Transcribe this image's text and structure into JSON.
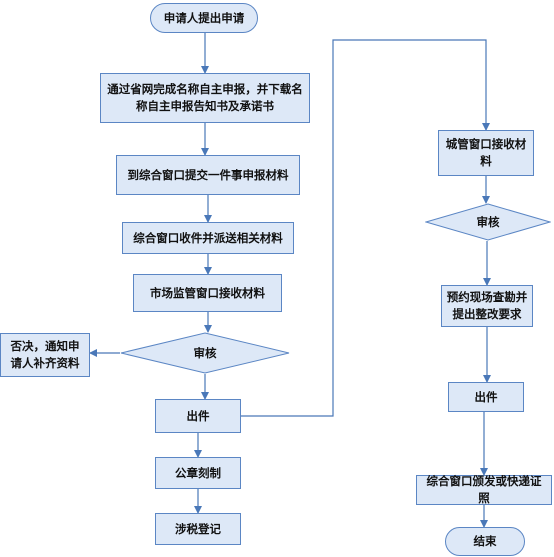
{
  "diagram": {
    "nodes": {
      "start": "申请人提出申请",
      "online": "通过省网完成名称自主申报，并下载名称自主申报告知书及承诺书",
      "submit": "到综合窗口提交一件事申报材料",
      "receive": "综合窗口收件并派送相关材料",
      "market": "市场监管窗口接收材料",
      "review_left": "审核",
      "reject": "否决，通知申请人补齐资料",
      "issue_left": "出件",
      "seal": "公章刻制",
      "tax": "涉税登记",
      "urban": "城管窗口接收材料",
      "review_right": "审核",
      "inspect": "预约现场查勘并提出整改要求",
      "issue_right": "出件",
      "deliver": "综合窗口颁发或快递证照",
      "end": "结束"
    },
    "edges": [
      {
        "from": "start",
        "to": "online"
      },
      {
        "from": "online",
        "to": "submit"
      },
      {
        "from": "submit",
        "to": "receive"
      },
      {
        "from": "receive",
        "to": "market"
      },
      {
        "from": "market",
        "to": "review_left"
      },
      {
        "from": "review_left",
        "to": "reject"
      },
      {
        "from": "review_left",
        "to": "issue_left"
      },
      {
        "from": "issue_left",
        "to": "seal"
      },
      {
        "from": "seal",
        "to": "tax"
      },
      {
        "from": "issue_left",
        "to": "urban"
      },
      {
        "from": "urban",
        "to": "review_right"
      },
      {
        "from": "review_right",
        "to": "inspect"
      },
      {
        "from": "inspect",
        "to": "issue_right"
      },
      {
        "from": "issue_right",
        "to": "deliver"
      },
      {
        "from": "deliver",
        "to": "end"
      }
    ],
    "colors": {
      "fill": "#dde8f7",
      "border": "#5b86c4",
      "line": "#4a78b8"
    }
  }
}
